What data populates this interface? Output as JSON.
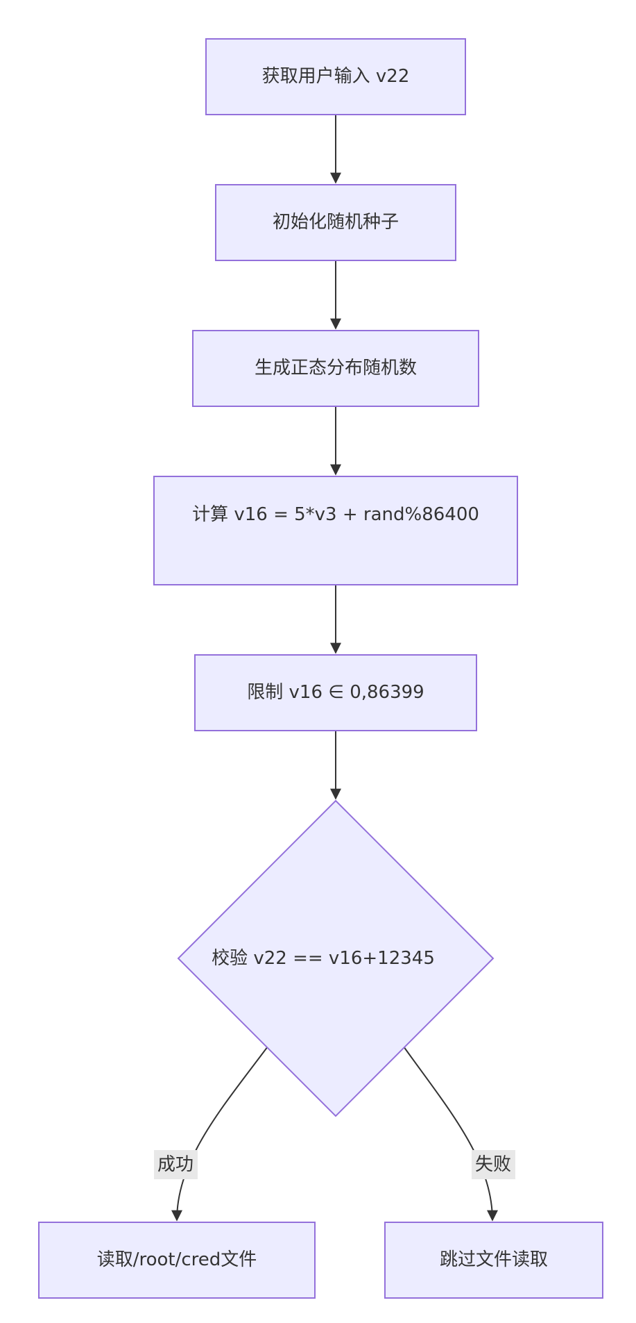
{
  "nodes": {
    "input": "获取用户输入 v22",
    "seed": "初始化随机种子",
    "gen": "生成正态分布随机数",
    "calc": "计算 v16 = 5*v3 + rand%86400",
    "clamp": "限制 v16 ∈ 0,86399",
    "check": "校验 v22 == v16+12345",
    "read": "读取/root/cred文件",
    "skip": "跳过文件读取"
  },
  "edges": {
    "success": "成功",
    "fail": "失败"
  },
  "colors": {
    "node_fill": "#ececff",
    "node_stroke": "#9370db",
    "edge": "#333333",
    "label_bg": "#e8e8e8"
  }
}
